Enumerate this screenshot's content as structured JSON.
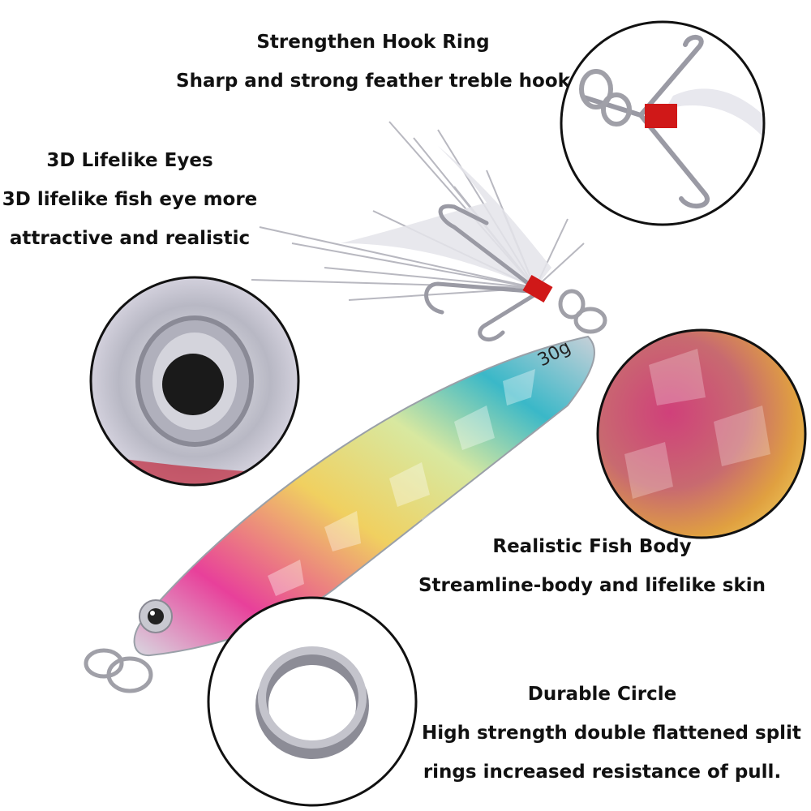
{
  "features": {
    "hook_ring": {
      "title": "Strengthen Hook Ring",
      "description": "Sharp and strong feather treble hook"
    },
    "eyes": {
      "title": "3D Lifelike Eyes",
      "description_line1": "3D lifelike fish eye more",
      "description_line2": "attractive and realistic"
    },
    "body": {
      "title": "Realistic Fish Body",
      "description": "Streamline-body and lifelike skin"
    },
    "circle": {
      "title": "Durable Circle",
      "description_line1": "High strength double flattened split",
      "description_line2": "rings increased resistance of pull."
    }
  },
  "lure": {
    "weight_label": "30g"
  },
  "colors": {
    "text": "#111111",
    "hook_thread": "#d01818",
    "pink": "#e8409a",
    "yellow": "#f0d060",
    "teal": "#3ab8c8"
  }
}
